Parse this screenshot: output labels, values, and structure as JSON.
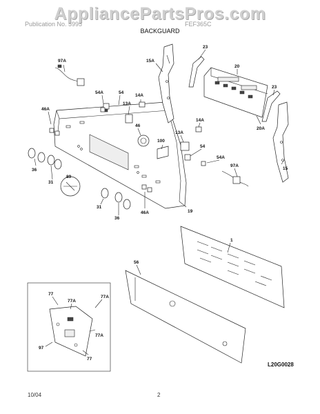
{
  "header": {
    "watermark": "AppliancePartsPros.com",
    "faint_left": "Publication No. 5995",
    "faint_right": "FEF365C",
    "section_title": "BACKGUARD"
  },
  "footer": {
    "date": "10/04",
    "page": "2",
    "drawing_code": "L20G0028"
  },
  "callouts": {
    "c97A_top": "97A",
    "c15A": "15A",
    "c23_top": "23",
    "c20": "20",
    "c54A_top": "54A",
    "c54_top": "54",
    "c14A_top": "14A",
    "c13A_top": "13A",
    "c23_right": "23",
    "c46A_left": "46A",
    "c46": "46",
    "c20A": "20A",
    "c100": "100",
    "c13A_mid": "13A",
    "c14A_mid": "14A",
    "c15": "15",
    "c54_mid": "54",
    "c54A_mid": "54A",
    "c36_left": "36",
    "c89": "89",
    "c31_left": "31",
    "c97A_mid": "97A",
    "c31_bot": "31",
    "c36_bot": "36",
    "c46A_bot": "46A",
    "c19": "19",
    "c1": "1",
    "c56": "56",
    "c77_a": "77",
    "c77A_a": "77A",
    "c77A_b": "77A",
    "c97": "97",
    "c77A_c": "77A",
    "c77_b": "77"
  },
  "colors": {
    "watermark": "#cfcfcf",
    "line": "#222222",
    "paper": "#ffffff"
  }
}
